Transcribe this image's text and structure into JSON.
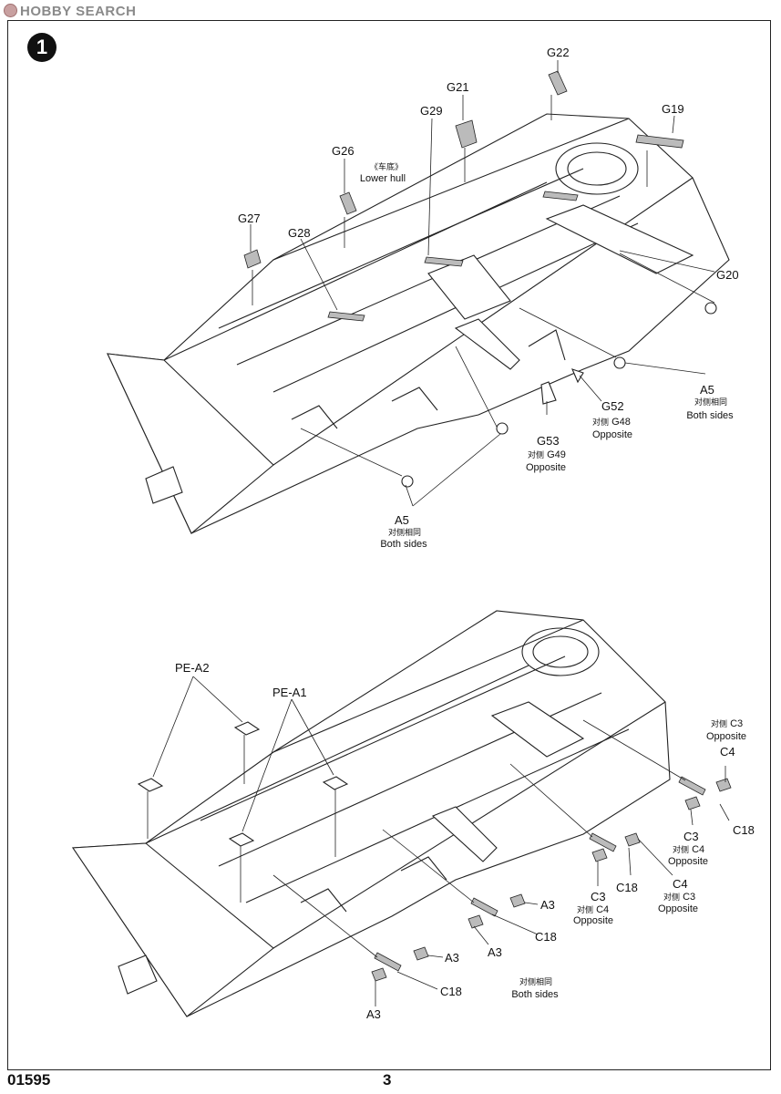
{
  "watermark": "HOBBY SEARCH",
  "step_number": "1",
  "footer": {
    "code": "01595",
    "page": "3"
  },
  "top_assembly": {
    "g22": "G22",
    "g21": "G21",
    "g29": "G29",
    "g19": "G19",
    "g26": "G26",
    "lower_hull_cn": "《车底》",
    "lower_hull_en": "Lower hull",
    "g27": "G27",
    "g28": "G28",
    "g20": "G20",
    "a5_right": "A5",
    "a5_right_cn": "对侧相同",
    "a5_right_en": "Both sides",
    "g52": "G52",
    "g48_cn": "对侧",
    "g48": "G48",
    "g48_en": "Opposite",
    "g53": "G53",
    "g49_cn": "对侧",
    "g49": "G49",
    "g49_en": "Opposite",
    "a5_bottom": "A5",
    "a5_bottom_cn": "对侧相同",
    "a5_bottom_en": "Both sides"
  },
  "bottom_assembly": {
    "pe_a2": "PE-A2",
    "pe_a1": "PE-A1",
    "c3_top_cn": "对侧",
    "c3_top": "C3",
    "c3_top_en": "Opposite",
    "c4_top": "C4",
    "c18_r1": "C18",
    "c3_mid": "C3",
    "c3_mid_cn": "对侧",
    "c3_mid_c4": "C4",
    "c3_mid_en": "Opposite",
    "c18_r2": "C18",
    "c4_mid": "C4",
    "c4_mid_cn": "对侧",
    "c4_mid_c3": "C3",
    "c4_mid_en": "Opposite",
    "c3_low": "C3",
    "c3_low_cn": "对侧",
    "c3_low_c4": "C4",
    "c3_low_en": "Opposite",
    "a3_r": "A3",
    "c18_r3": "C18",
    "a3_m": "A3",
    "a3_l": "A3",
    "c18_l": "C18",
    "a3_b": "A3",
    "both_cn": "对侧相同",
    "both_en": "Both sides"
  }
}
